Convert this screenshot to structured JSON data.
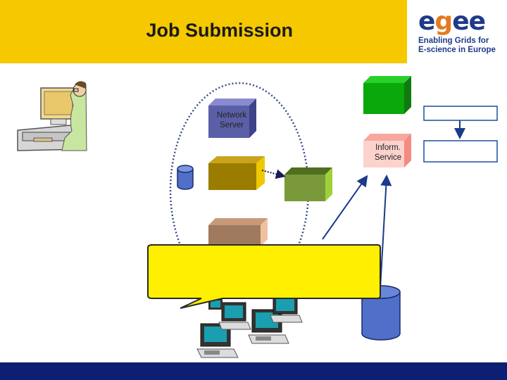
{
  "slide": {
    "title": "Job Submission"
  },
  "logo": {
    "word": "egee",
    "tagline_line1": "Enabling Grids for",
    "tagline_line2": "E-science in Europe"
  },
  "nodes": {
    "network_server": "Network\nServer",
    "information_service": "Inform.\nService"
  },
  "colors": {
    "header_yellow": "#f5c800",
    "footer_navy": "#0c1f72",
    "network_server": "#5b5fa8",
    "olive_box": "#9a7d00",
    "green_box_small": "#7a9a3a",
    "brown_box": "#a07a5e",
    "green_box_top": "#0aa80a",
    "callout_yellow": "#ffef00",
    "storage_blue": "#4f6fc9"
  },
  "icons": [
    "user-at-computer-icon",
    "database-icon",
    "computer-icon"
  ]
}
